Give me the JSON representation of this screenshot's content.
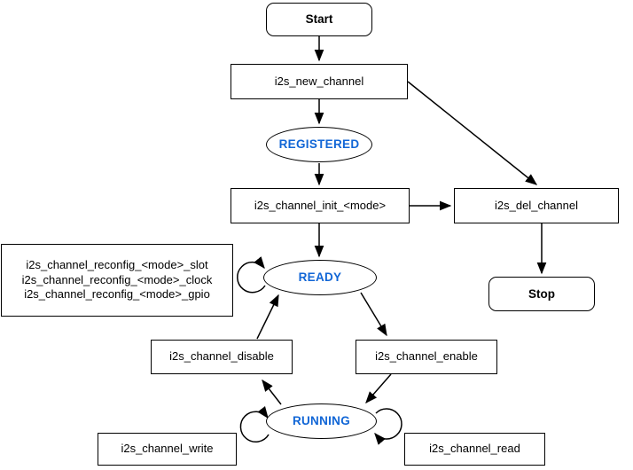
{
  "nodes": {
    "start": {
      "label": "Start"
    },
    "new_channel": {
      "label": "i2s_new_channel"
    },
    "registered": {
      "label": "REGISTERED"
    },
    "init": {
      "label": "i2s_channel_init_<mode>"
    },
    "del_channel": {
      "label": "i2s_del_channel"
    },
    "stop": {
      "label": "Stop"
    },
    "ready": {
      "label": "READY"
    },
    "reconfig": {
      "lines": [
        "i2s_channel_reconfig_<mode>_slot",
        "i2s_channel_reconfig_<mode>_clock",
        "i2s_channel_reconfig_<mode>_gpio"
      ]
    },
    "disable": {
      "label": "i2s_channel_disable"
    },
    "enable": {
      "label": "i2s_channel_enable"
    },
    "running": {
      "label": "RUNNING"
    },
    "write": {
      "label": "i2s_channel_write"
    },
    "read": {
      "label": "i2s_channel_read"
    }
  },
  "colors": {
    "state_text": "#1166D6",
    "stroke": "#000000",
    "background": "#ffffff"
  }
}
